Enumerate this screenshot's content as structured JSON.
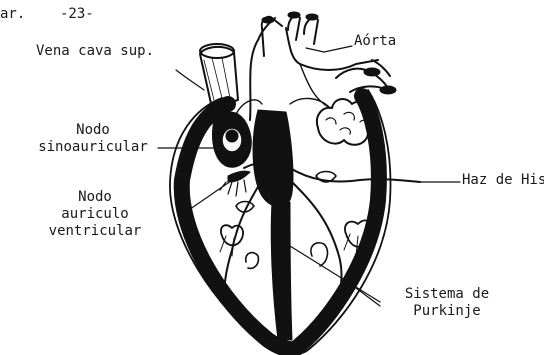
{
  "page_header": {
    "prefix": "ar.",
    "page_number": "-23-"
  },
  "labels": {
    "vena_cava": "Vena cava sup.",
    "aorta": "Aórta",
    "nodo_sinoauricular": [
      "Nodo",
      "sinoauricular"
    ],
    "nodo_auriculoventricular": [
      "Nodo",
      "auriculo",
      "ventricular"
    ],
    "haz_de_his": "Haz de His",
    "sistema_purkinje": [
      "Sistema de",
      "Purkinje"
    ]
  },
  "colors": {
    "ink": "#111111",
    "paper": "#ffffff"
  }
}
